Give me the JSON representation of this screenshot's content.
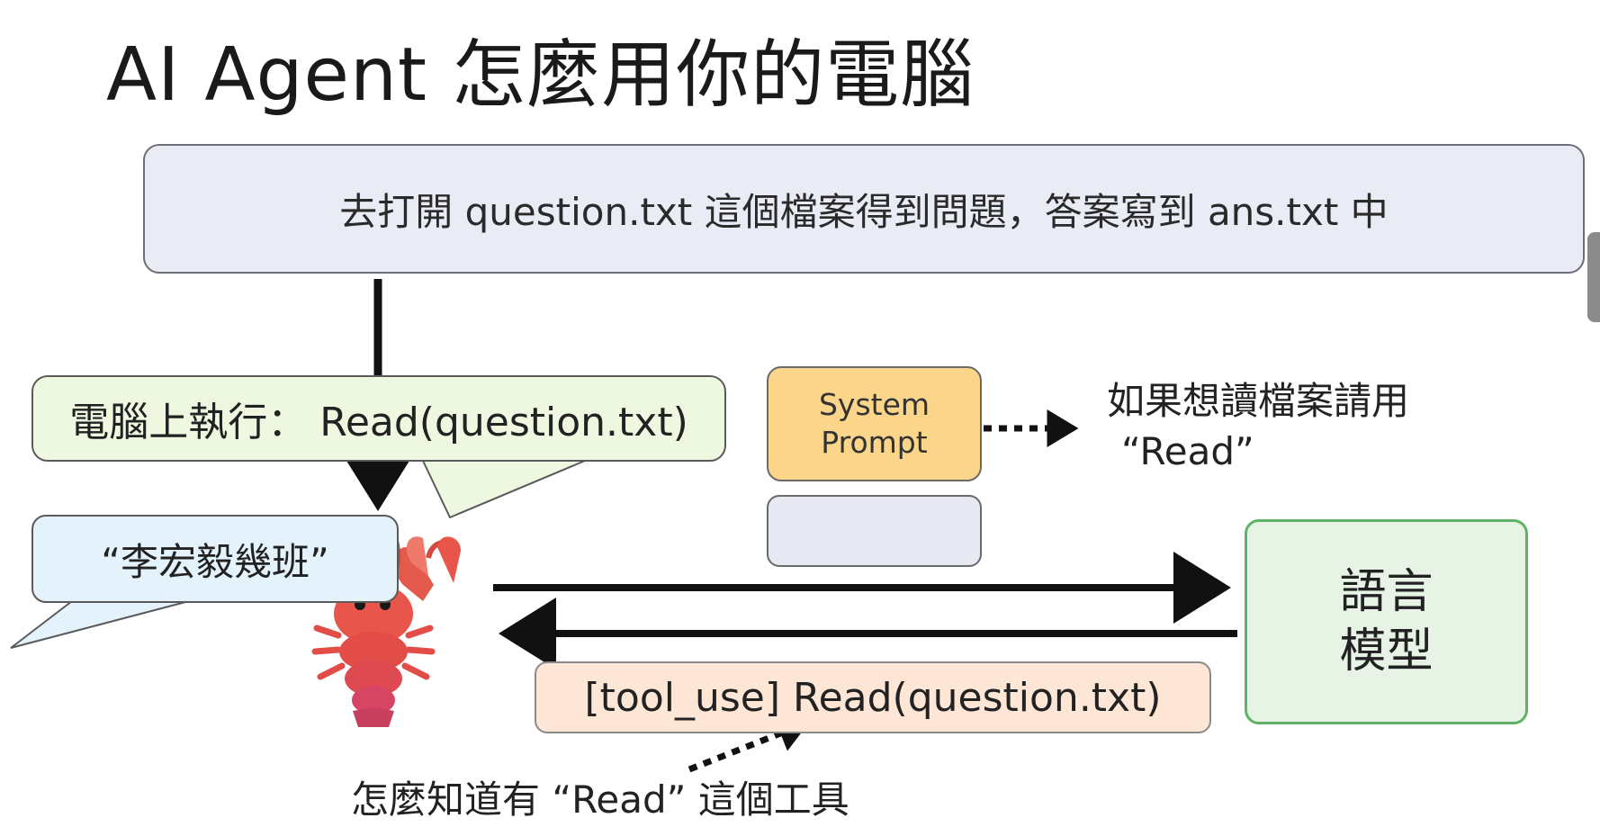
{
  "title": "AI Agent 怎麼用你的電腦",
  "task_prompt": "去打開 question.txt 這個檔案得到問題，答案寫到 ans.txt 中",
  "computer_exec": "電腦上執行： Read(question.txt)",
  "file_answer": "“李宏毅幾班”",
  "system_prompt": {
    "line1": "System",
    "line2": "Prompt"
  },
  "system_note": {
    "line1": "如果想讀檔案請用",
    "line2": "“Read”"
  },
  "language_model": {
    "line1": "語言",
    "line2": "模型"
  },
  "tool_call": "[tool_use] Read(question.txt)",
  "question_note": "怎麼知道有 “Read” 這個工具",
  "colors": {
    "task_fill": "#e9ebf5",
    "exec_fill": "#eef8e1",
    "answer_fill": "#e4f3fb",
    "system_fill": "#fbd68a",
    "model_fill": "#e6f3e5",
    "model_border": "#5fb366",
    "tool_fill": "#fde6d6",
    "lobster": "#e8554a"
  },
  "icons": [
    "lobster-icon",
    "play-overlay-icon",
    "cursor-dot-icon"
  ]
}
